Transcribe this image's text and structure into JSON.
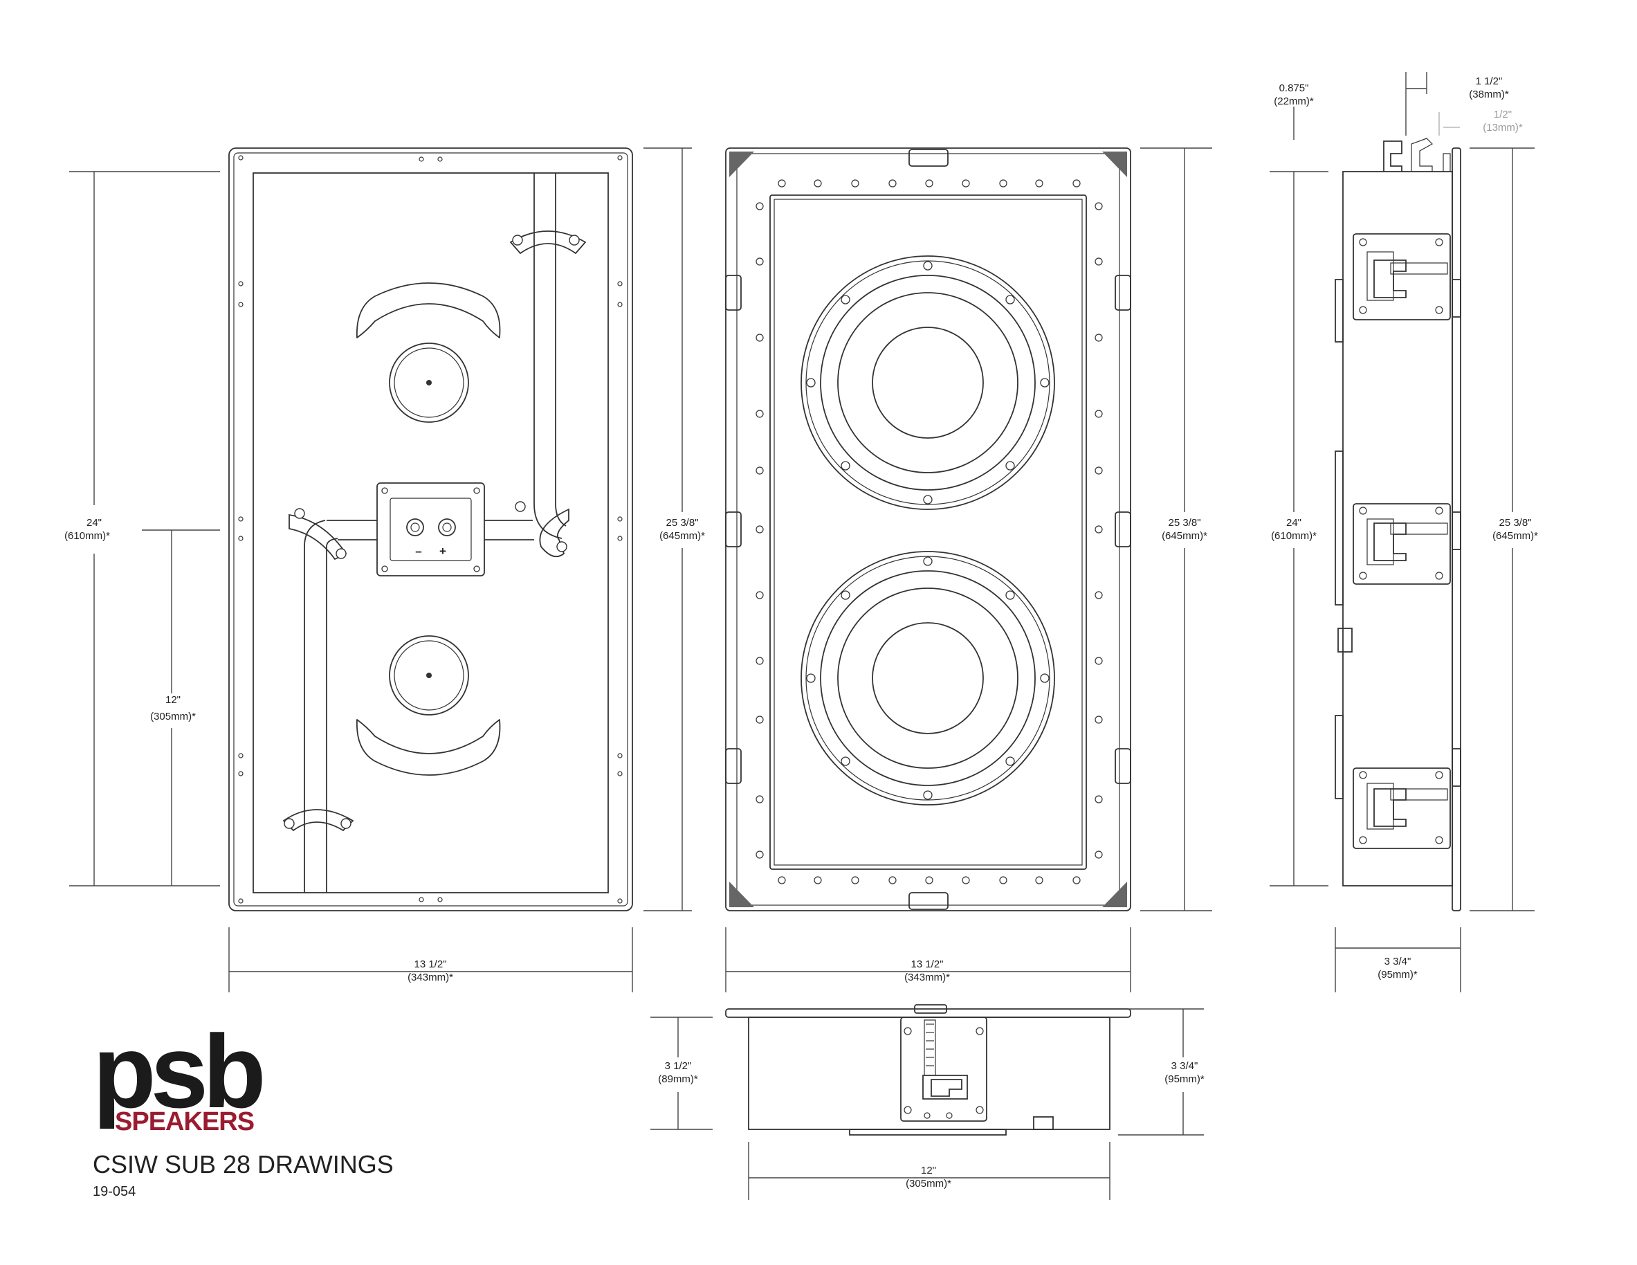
{
  "brand": {
    "logo_word": "psb",
    "logo_sub": "SPEAKERS",
    "title": "CSIW SUB 28 DRAWINGS",
    "doc_number": "19-054",
    "colors": {
      "logo_dark": "#1b1b1b",
      "logo_accent": "#9b1b30"
    }
  },
  "rear_view": {
    "height": {
      "inch": "24\"",
      "mm": "(610mm)*"
    },
    "terminal_height": {
      "inch": "12\"",
      "mm": "(305mm)*"
    },
    "width": {
      "inch": "13 1/2\"",
      "mm": "(343mm)*"
    },
    "terminal_labels": {
      "neg": "–",
      "pos": "+"
    }
  },
  "front_view": {
    "height_left": {
      "inch": "25 3/8\"",
      "mm": "(645mm)*"
    },
    "height_right": {
      "inch": "25 3/8\"",
      "mm": "(645mm)*"
    },
    "width": {
      "inch": "13 1/2\"",
      "mm": "(343mm)*"
    }
  },
  "side_view": {
    "top_left": {
      "inch": "0.875\"",
      "mm": "(22mm)*"
    },
    "top_right": {
      "inch": "1 1/2\"",
      "mm": "(38mm)*"
    },
    "top_right_gray": {
      "inch": "1/2\"",
      "mm": "(13mm)*"
    },
    "height_left": {
      "inch": "24\"",
      "mm": "(610mm)*"
    },
    "height_right": {
      "inch": "25 3/8\"",
      "mm": "(645mm)*"
    },
    "depth": {
      "inch": "3 3/4\"",
      "mm": "(95mm)*"
    }
  },
  "bottom_view": {
    "depth_left": {
      "inch": "3 1/2\"",
      "mm": "(89mm)*"
    },
    "depth_right": {
      "inch": "3 3/4\"",
      "mm": "(95mm)*"
    },
    "width": {
      "inch": "12\"",
      "mm": "(305mm)*"
    }
  }
}
